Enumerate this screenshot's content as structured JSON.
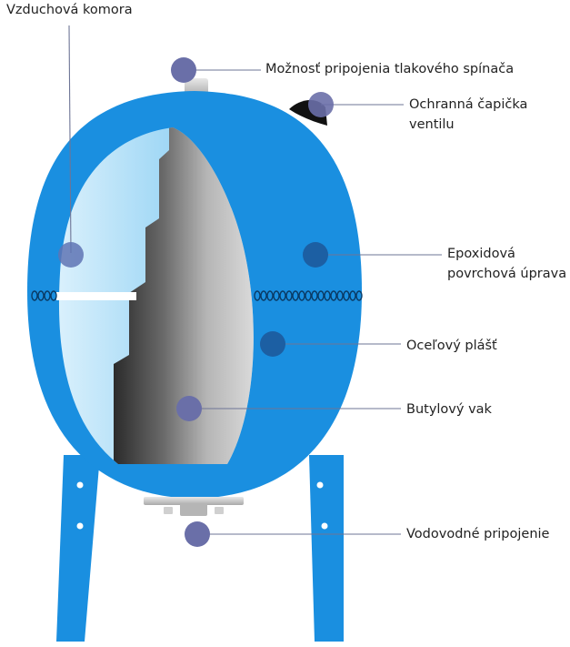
{
  "labels": {
    "air_chamber": "Vzduchová komora",
    "pressure_switch": "Možnosť pripojenia tlakového spínača",
    "valve_cap_line1": "Ochranná čapička",
    "valve_cap_line2": "ventilu",
    "epoxy_line1": "Epoxidová",
    "epoxy_line2": "povrchová úprava",
    "steel_shell": "Oceľový plášť",
    "butyl_bag": "Butylový vak",
    "water_connection": "Vodovodné pripojenie"
  },
  "colors": {
    "tank_blue": "#1a8fe0",
    "tank_blue_dark": "#0f6fba",
    "marker": "#6a6fa8",
    "marker_dark": "#1c5fa3",
    "leader_line": "#6e7596",
    "bag_gray": "#8e8e8e",
    "air_chamber_light": "#b9e2f8"
  }
}
